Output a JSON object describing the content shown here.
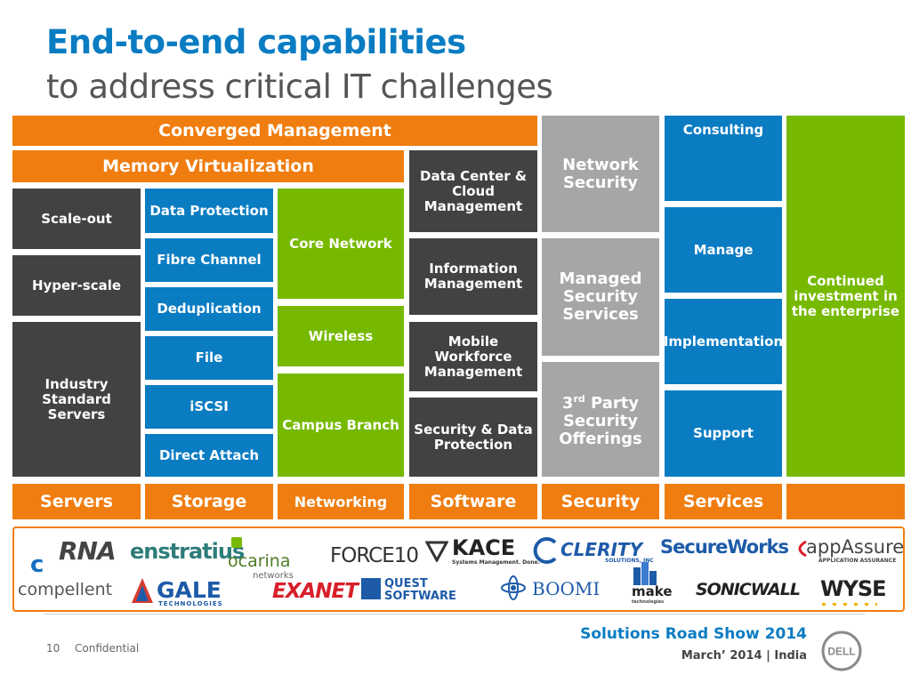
{
  "header": {
    "title": "End-to-end capabilities",
    "subtitle": "to address critical IT challenges"
  },
  "bars": {
    "converged": "Converged Management",
    "memory": "Memory Virtualization"
  },
  "servers": {
    "items": [
      "Scale-out",
      "Hyper-scale",
      "Industry Standard Servers"
    ],
    "footer": "Servers"
  },
  "storage": {
    "items": [
      "Data Protection",
      "Fibre Channel",
      "Deduplication",
      "File",
      "iSCSI",
      "Direct Attach"
    ],
    "footer": "Storage"
  },
  "networking": {
    "items": [
      "Core Network",
      "Wireless",
      "Campus Branch"
    ],
    "footer": "Networking"
  },
  "software": {
    "items": [
      "Data Center & Cloud Management",
      "Information Management",
      "Mobile Workforce Management",
      "Security & Data Protection"
    ],
    "footer": "Software"
  },
  "security": {
    "items": [
      "Network Security",
      "Managed Security Services"
    ],
    "third_party_prefix": "3",
    "third_party_sup": "rd",
    "third_party_rest": " Party Security Offerings",
    "footer": "Security"
  },
  "services": {
    "items": [
      "Consulting",
      "Manage",
      "Implementation",
      "Support"
    ],
    "footer": "Services"
  },
  "continued": "Continued investment in the enterprise",
  "logos": {
    "compellent": "compellent",
    "rna": "RNA",
    "enstratius": "enstratius",
    "gale": "GALE",
    "gale_sub": "TECHNOLOGIES",
    "ocarina": "ocarina",
    "ocarina_sub": "networks",
    "exanet": "EXANET",
    "force10": "FORCE10",
    "quest1": "QUEST",
    "quest2": "SOFTWARE",
    "kace": "KACE",
    "kace_sub": "Systems Management. Done.",
    "clerity": "CLERITY",
    "clerity_sub": "SOLUTIONS, INC",
    "boomi": "BOOMI",
    "make": "make",
    "make_sub": "technologies",
    "secureworks": "SecureWorks",
    "sonicwall": "SONICWALL",
    "appassure": "appAssure",
    "appassure_sub": "APPLICATION ASSURANCE",
    "wyse": "WYSE"
  },
  "footer": {
    "page_number": "10",
    "confidential": "Confidential",
    "event": "Solutions Road Show 2014",
    "date": "March’ 2014 | India",
    "dell": "DELL"
  },
  "colors": {
    "blue": "#0a7cc2",
    "dark": "#424242",
    "green": "#76b900",
    "gray": "#a6a6a6",
    "orange": "#f07d0f"
  }
}
